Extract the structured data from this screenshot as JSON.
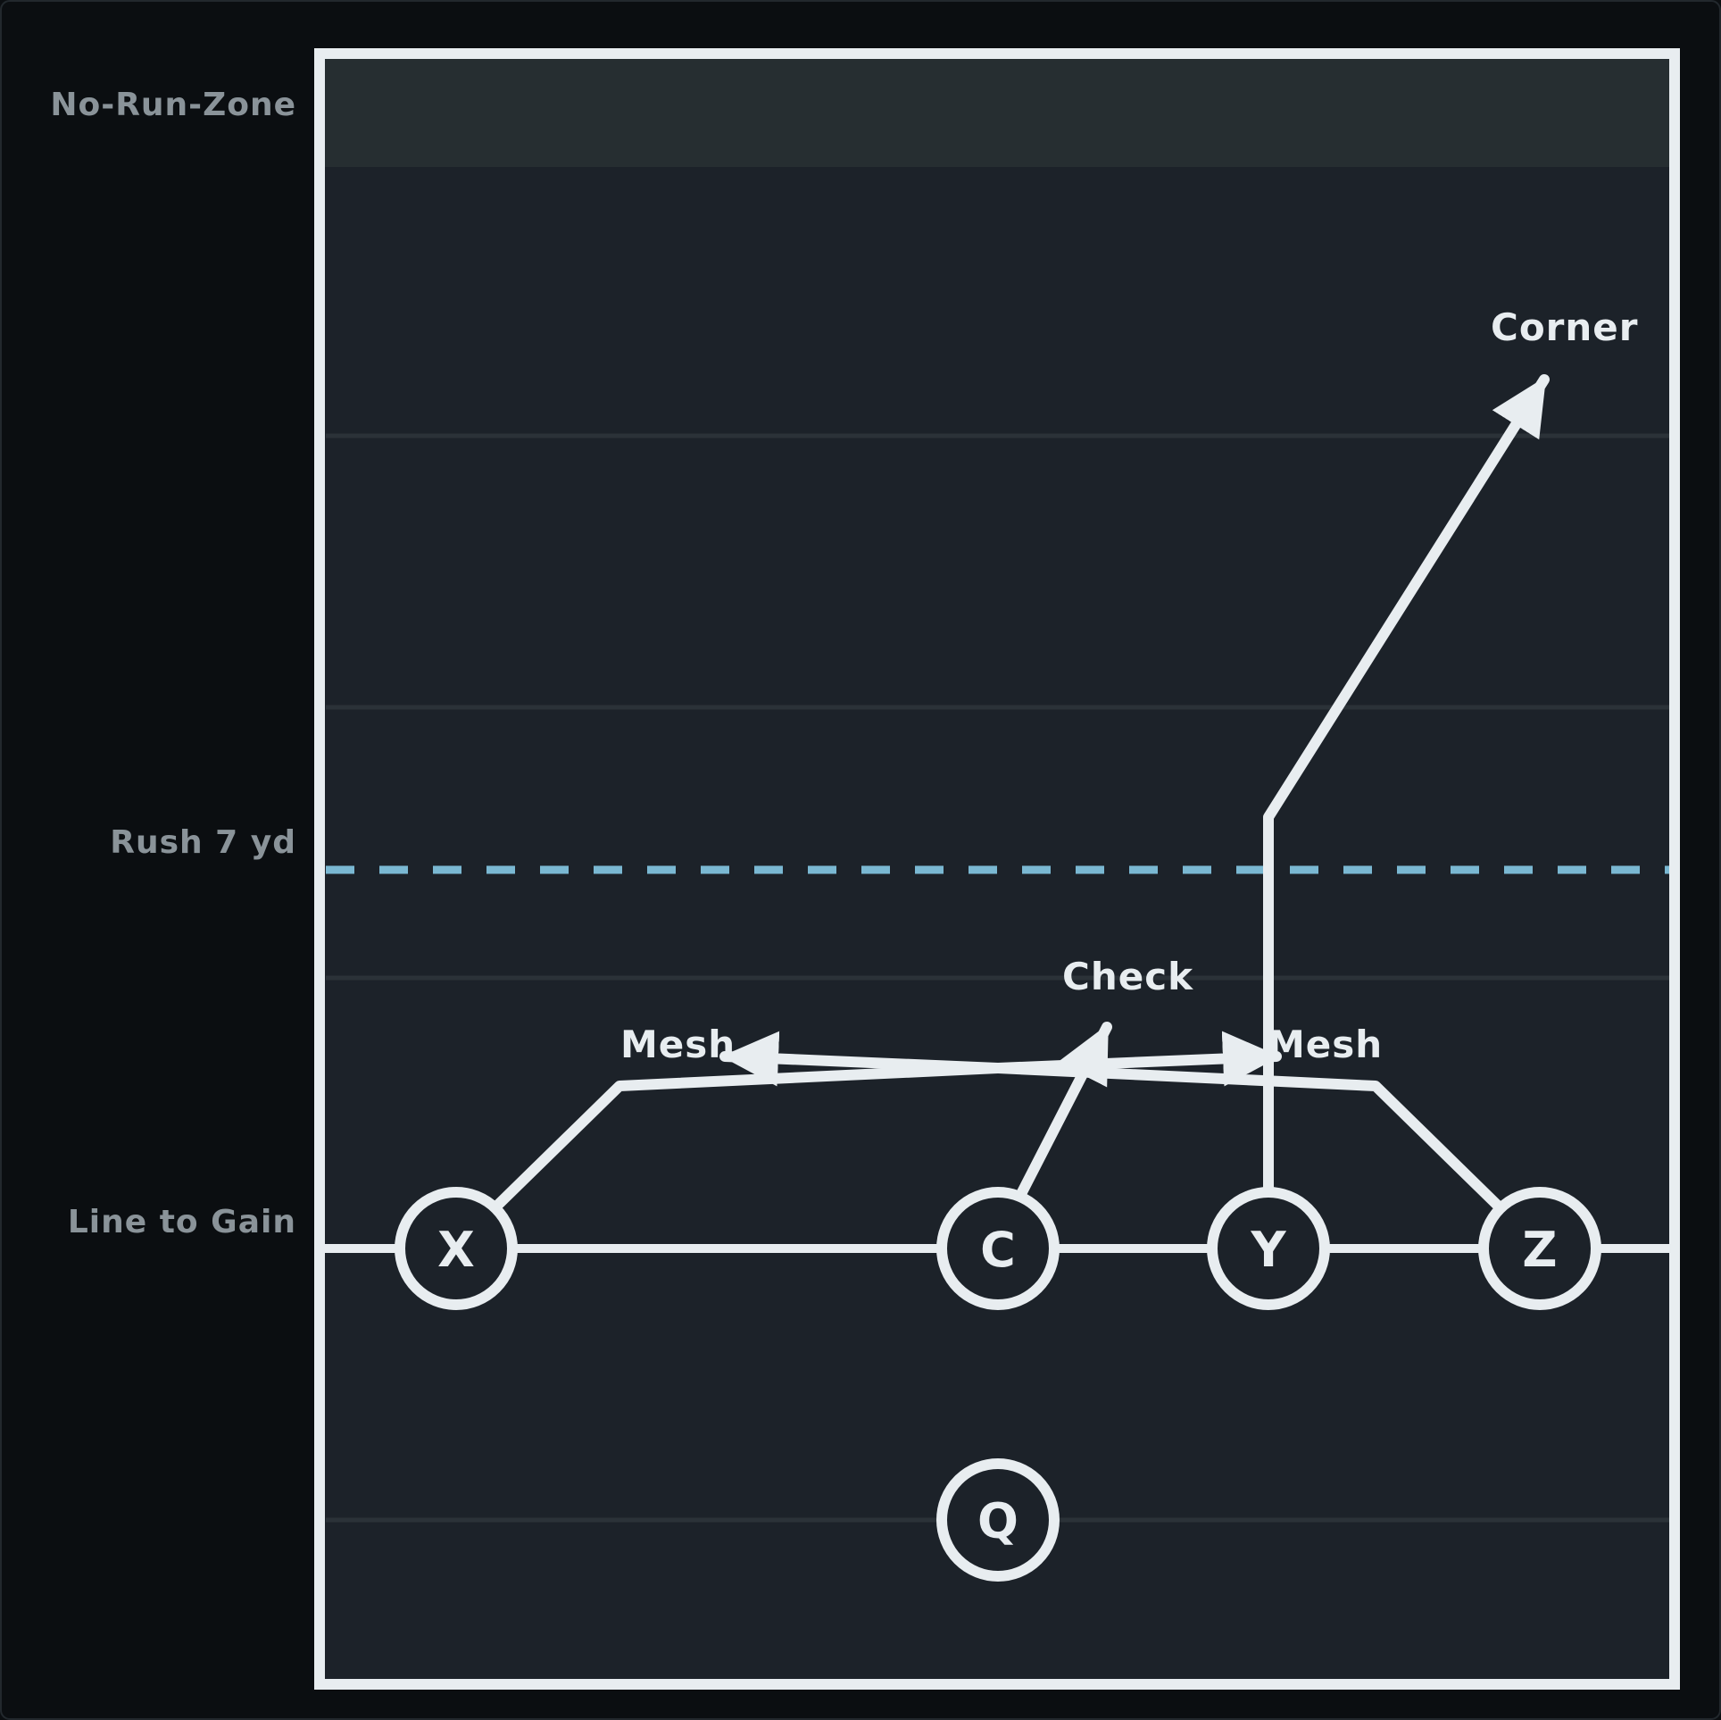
{
  "colors": {
    "page_bg": "#0b0e11",
    "field_bg": "#1c2229",
    "no_run_zone": "#262e31",
    "field_line": "#e8edf0",
    "yard_line": "#2b3238",
    "rush_line": "#7ab8d2",
    "side_label": "#8a9399"
  },
  "zones": {
    "no_run_zone_label": "No-Run-Zone",
    "rush_label": "Rush 7 yd",
    "line_to_gain_label": "Line to Gain"
  },
  "players": [
    {
      "id": "X",
      "label": "X"
    },
    {
      "id": "C",
      "label": "C"
    },
    {
      "id": "Y",
      "label": "Y"
    },
    {
      "id": "Z",
      "label": "Z"
    },
    {
      "id": "Q",
      "label": "Q"
    }
  ],
  "routes": [
    {
      "player": "X",
      "label": "Mesh"
    },
    {
      "player": "Z",
      "label": "Mesh"
    },
    {
      "player": "C",
      "label": "Check"
    },
    {
      "player": "Y",
      "label": "Corner"
    }
  ]
}
